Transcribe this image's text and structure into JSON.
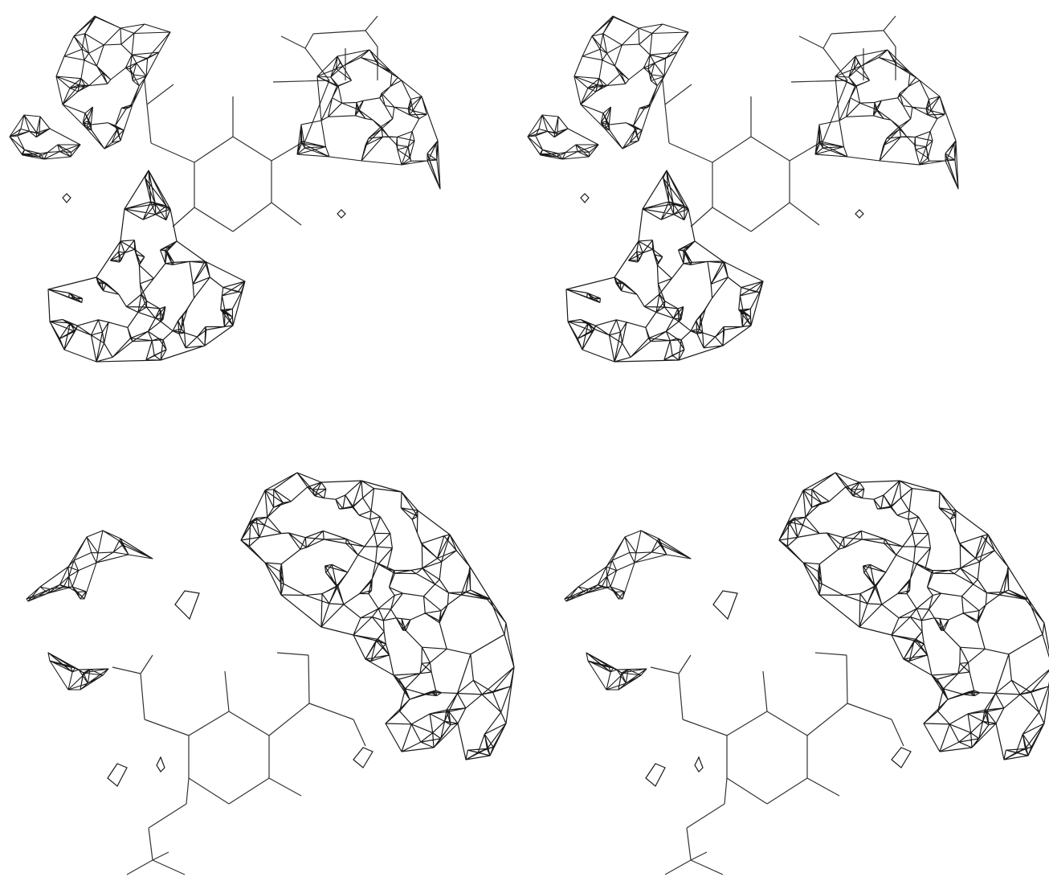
{
  "figure": {
    "layout": "stereo-pairs",
    "panels": [
      {
        "id": "top",
        "views": [
          "left-eye",
          "right-eye"
        ],
        "content": "electron-density-mesh-with-ligand"
      },
      {
        "id": "bottom",
        "views": [
          "left-eye",
          "right-eye"
        ],
        "content": "electron-density-mesh-with-ligand"
      }
    ],
    "colors": {
      "mesh": "#1a1a1a",
      "bonds": "#333333",
      "background": "#ffffff"
    }
  }
}
